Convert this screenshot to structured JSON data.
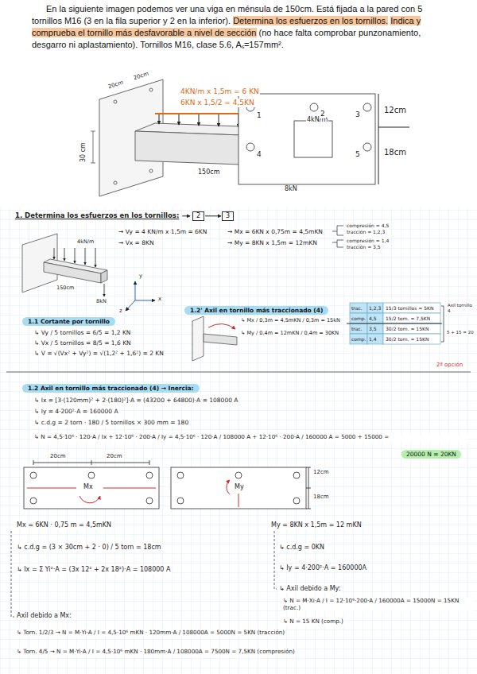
{
  "diagram": {
    "nodes": [
      {
        "text": [
          "2"
        ]
      },
      {
        "text": [
          "3"
        ]
      },
      {
        "text": [
          "1.1 Cortante por tornillo"
        ]
      },
      {
        "text": [
          "1.2' Axil en tornillo más traccionado (4)"
        ]
      },
      {
        "text": [
          "1.2 Axil en tornillo más traccionado (4) → Inercia:"
        ]
      },
      {
        "text": [
          "20000 N = 20KN"
        ]
      }
    ],
    "edges": [
      {
        "from": 0,
        "to": 1,
        "arrow": "to"
      }
    ],
    "labels": [
      "En la siguiente imagen podemos ver una viga en ménsula de 150cm. Está fijada a la pared con 5 tornillos M16 (3 en la fila superior y 2 en la inferior).",
      "Determina los esfuerzos en los tornillos.",
      "Indica y comprueba el tornillo más desfavorable a nivel de sección",
      "(no hace falta comprobar punzonamiento, desgarro ni aplastamiento). Tornillos M16, clase 5.6, Aₛ=157mm².",
      "20cm",
      "20cm",
      "30 cm",
      "4kN/m",
      "150cm",
      "8kN",
      "4KN/m x 1,5m = 6 KN",
      "6KN x 1,5/2 = 4,5KN",
      "1",
      "2",
      "3",
      "4",
      "5",
      "12cm",
      "18cm",
      "1. Determina los esfuerzos en los tornillos:",
      "→ Vy = 4 KN/m x 1,5m = 6KN",
      "→ Vx = 8KN",
      "→ Mx = 6KN x 0,75m = 4,5mKN",
      "→ My = 8KN x 1,5m = 12mKN",
      "compresión = 4,5",
      "tracción = 1,2,3",
      "compresión = 1,4",
      "tracción = 3,5",
      "4kN/m",
      "150cm",
      "8kN",
      "x",
      "y",
      "z",
      "↳ Vy / 5 tornillos = 6/5 = 1,2 KN",
      "↳ Vx / 5 tornillos = 8/5 = 1,6 KN",
      "↳ V = √(Vx² + Vy²) = √(1,2² + 1,6²) = 2 KN",
      "↳ Mx / 0,3m = 4,5mKN / 0,3m = 15kN",
      "↳ My / 0,4m = 12mKN / 0,4m = 30KN",
      "trac.",
      "1,2,3",
      "15/3 tornillos = 5KN",
      "comp.",
      "4,5",
      "15/2 torn. = 7,5KN",
      "trac.",
      "3,5",
      "30/2 torn. = 15KN",
      "comp.",
      "1,4",
      "30/2 torn. = 15KN",
      "Axil tornillo 4",
      "5 + 15 = 20",
      "2ª opción",
      "↳ Ix = [3·(120mm)² + 2·(180)²]·A = (43200 + 64800)·A = 108000 A",
      "↳ Iy = 4·200²·A = 160000 A",
      "↳ c.d.g = 2 torn · 180 / 5 tornillos × 300 mm = 180",
      "↳ N = 4,5·10⁶ · 120·A / Ix + 12·10⁶ · 200·A / Iy = 4,5·10⁶ · 120·A / 108000 A + 12·10⁶ · 200·A / 160000 A = 5000 + 15000 =",
      "20cm",
      "20cm",
      "Mx",
      "My",
      "12cm",
      "18cm",
      "Mx = 6KN · 0,75 m = 4,5mKN",
      "↳ c.d.g = (3 × 30cm + 2 · 0) / 5 torn = 18cm",
      "↳ Ix = Σ Yi²·A = (3x 12² + 2x 18²)·A = 108000 A",
      "Axil debido a Mx:",
      "↳ Torn. 1/2/3 → N = M·Yi·A / I = 4,5·10⁶ mKN · 120mm·A / 108000A = 5000N = 5KN (tracción)",
      "↳ Torn. 4/5 → N = M·Yi·A / I = 4,5·10⁶ mKN · 180mm·A / 108000A = 7500N = 7,5KN (compresión)",
      "My = 8KN x 1,5m = 12 mKN",
      "↳ c.d.g = 0KN",
      "↳ Iy = 4·200²·A = 160000A",
      "↳ Axil debido a My:",
      "↳ N = M·Xi·A / I = 12·10⁶·200·A / 160000A = 15000N = 15KN (trac.)",
      "↳ N = 15 KN (comp.)"
    ]
  }
}
